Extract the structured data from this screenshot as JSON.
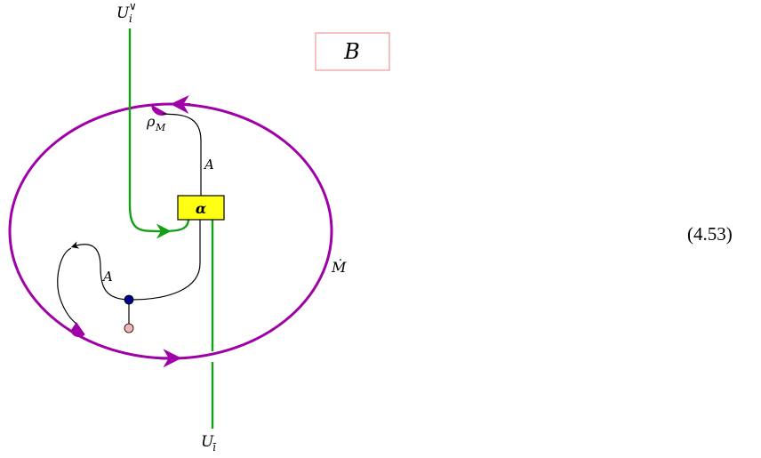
{
  "labels": {
    "top_strand_base": "U",
    "top_strand_sub": "i",
    "top_strand_sup": "∨",
    "bottom_strand_base": "U",
    "bottom_strand_sub": "ī",
    "region": "B",
    "rho_base": "ρ",
    "rho_sub": "M",
    "edge_a_upper": "A",
    "edge_a_lower": "A",
    "coupon": "α",
    "defect": "Ṁ",
    "equation_number": "(4.53)"
  },
  "colors": {
    "defect_line": "#a000a8",
    "strand": "#14a014",
    "coupon_fill": "#ffff14",
    "region_box_border": "#f08080",
    "node_dark": "#00008b",
    "node_light": "#f4b4b4"
  }
}
